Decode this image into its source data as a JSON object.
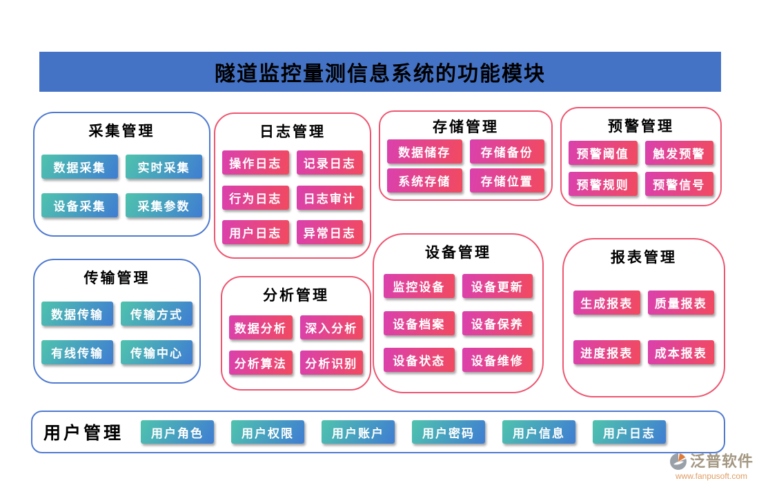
{
  "banner": {
    "title": "隧道监控量测信息系统的功能模块"
  },
  "modules": [
    {
      "title": "采集管理",
      "theme": "blue",
      "items": [
        "数据采集",
        "实时采集",
        "设备采集",
        "采集参数"
      ]
    },
    {
      "title": "日志管理",
      "theme": "pink",
      "items": [
        "操作日志",
        "记录日志",
        "行为日志",
        "日志审计",
        "用户日志",
        "异常日志"
      ]
    },
    {
      "title": "存储管理",
      "theme": "pink",
      "items": [
        "数据储存",
        "存储备份",
        "系统存储",
        "存储位置"
      ]
    },
    {
      "title": "预警管理",
      "theme": "pink",
      "items": [
        "预警阈值",
        "触发预警",
        "预警规则",
        "预警信号"
      ]
    },
    {
      "title": "传输管理",
      "theme": "blue",
      "items": [
        "数据传输",
        "传输方式",
        "有线传输",
        "传输中心"
      ]
    },
    {
      "title": "分析管理",
      "theme": "pink",
      "items": [
        "数据分析",
        "深入分析",
        "分析算法",
        "分析识别"
      ]
    },
    {
      "title": "设备管理",
      "theme": "pink",
      "items": [
        "监控设备",
        "设备更新",
        "设备档案",
        "设备保养",
        "设备状态",
        "设备维修"
      ]
    },
    {
      "title": "报表管理",
      "theme": "pink",
      "items": [
        "生成报表",
        "质量报表",
        "进度报表",
        "成本报表"
      ]
    }
  ],
  "user_bar": {
    "title": "用户管理",
    "items": [
      "用户角色",
      "用户权限",
      "用户账户",
      "用户密码",
      "用户信息",
      "用户日志"
    ]
  },
  "footer": {
    "brand": "泛普软件",
    "url": "www.fanpusoft.com",
    "logo_icon": "fanpu-logo-icon"
  },
  "colors": {
    "banner_bg": "#4472c4",
    "blue_border": "#4f7ad0",
    "red_border": "#ee5570",
    "blue_button_start": "#4fc3ad",
    "blue_button_end": "#3f7dd2",
    "pink_button_start": "#da41ad",
    "pink_button_end": "#f14a60",
    "button_text": "#ffffff"
  }
}
